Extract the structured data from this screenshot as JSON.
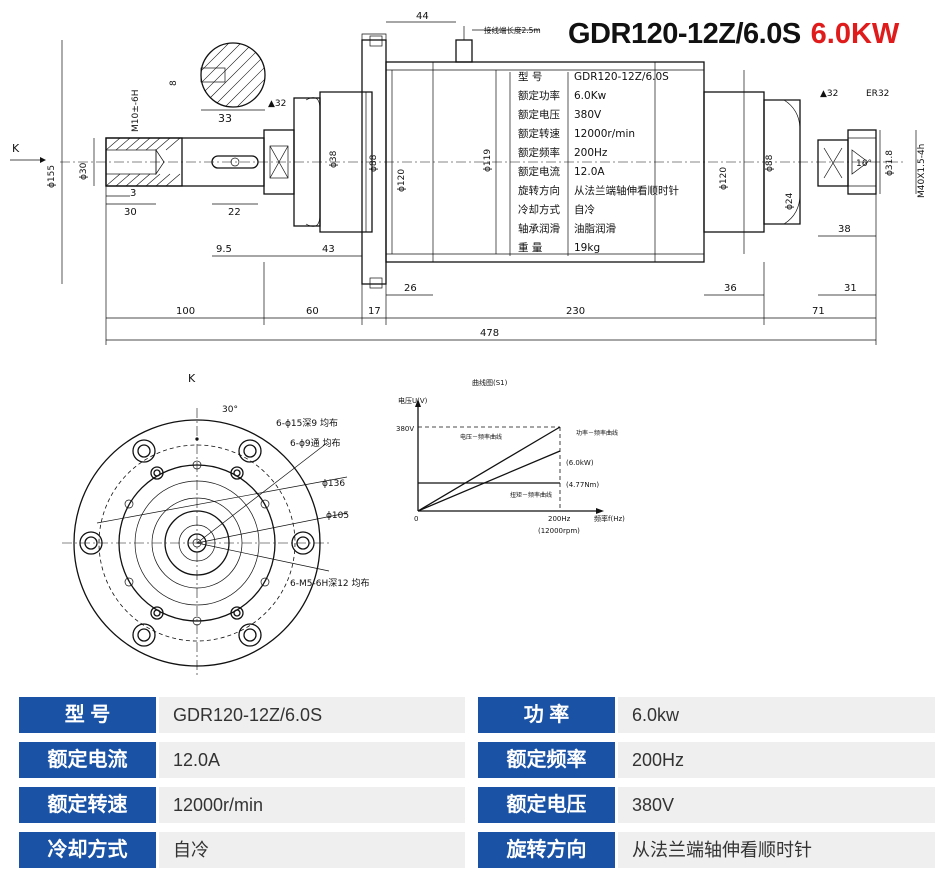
{
  "title": {
    "model": "GDR120-12Z/6.0S",
    "power": "6.0KW"
  },
  "drawing": {
    "view_label_top": "K",
    "view_label_bottom": "K",
    "cable_note": "接线端长度2.5m",
    "dims": {
      "d44": "44",
      "wrench_a": "▲32",
      "wrench_b": "▲32",
      "er32": "ER32",
      "phi155": "ϕ155",
      "phi30": "ϕ30",
      "m10": "M10±-6H",
      "phi120_l": "ϕ120",
      "phi88_l": "ϕ88",
      "phi38": "ϕ38",
      "phi119": "ϕ119",
      "phi120_r": "ϕ120",
      "phi88_r": "ϕ88",
      "phi24": "ϕ24",
      "phi318": "ϕ31.8",
      "m40": "M40X1.5-4h",
      "ang16": "16°",
      "key8": "8",
      "key33": "33",
      "d3": "3",
      "d30": "30",
      "d22": "22",
      "d95": "9.5",
      "d43": "43",
      "d26": "26",
      "d36": "36",
      "d38": "38",
      "d31": "31",
      "d100": "100",
      "d60": "60",
      "d17": "17",
      "d230": "230",
      "d71": "71",
      "d478": "478"
    },
    "nameplate": {
      "rows": [
        {
          "label": "型  号",
          "value": "GDR120-12Z/6.0S"
        },
        {
          "label": "额定功率",
          "value": "6.0Kw"
        },
        {
          "label": "额定电压",
          "value": "380V"
        },
        {
          "label": "额定转速",
          "value": "12000r/min"
        },
        {
          "label": "额定频率",
          "value": "200Hz"
        },
        {
          "label": "额定电流",
          "value": "12.0A"
        },
        {
          "label": "旋转方向",
          "value": "从法兰端轴伸看顺时针"
        },
        {
          "label": "冷却方式",
          "value": "自冷"
        },
        {
          "label": "轴承润滑",
          "value": "油脂润滑"
        },
        {
          "label": "重  量",
          "value": "19kg"
        }
      ]
    },
    "end_view": {
      "ang30": "30°",
      "holes_a": "6-ϕ15深9 均布",
      "holes_b": "6-ϕ9通 均布",
      "phi136": "ϕ136",
      "phi105": "ϕ105",
      "holes_c": "6-M5-6H深12 均布"
    },
    "curve": {
      "title": "曲线图(S1)",
      "ylabel": "电压U(V)",
      "y380": "380V",
      "origin": "0",
      "x200": "200Hz",
      "x_rpm": "(12000rpm)",
      "xlabel": "频率f(Hz)",
      "line_voltage": "电压－频率曲线",
      "line_power": "功率－频率曲线",
      "line_torque": "扭矩－频率曲线",
      "power_val": "(6.0kW)",
      "torque_val": "(4.77Nm)"
    }
  },
  "specs": [
    {
      "l1": "型  号",
      "v1": "GDR120-12Z/6.0S",
      "l2": "功  率",
      "v2": "6.0kw"
    },
    {
      "l1": "额定电流",
      "v1": "12.0A",
      "l2": "额定频率",
      "v2": "200Hz"
    },
    {
      "l1": "额定转速",
      "v1": "12000r/min",
      "l2": "额定电压",
      "v2": "380V"
    },
    {
      "l1": "冷却方式",
      "v1": "自冷",
      "l2": "旋转方向",
      "v2": "从法兰端轴伸看顺时针"
    }
  ]
}
